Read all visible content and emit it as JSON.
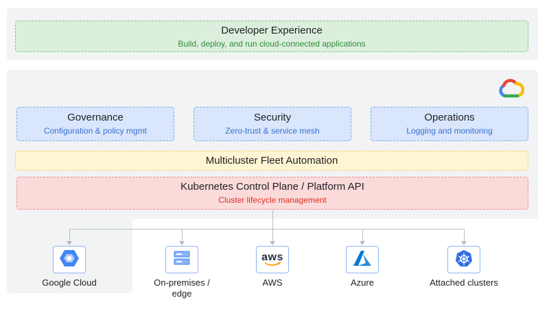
{
  "developer": {
    "title": "Developer Experience",
    "subtitle": "Build, deploy, and run cloud-connected applications"
  },
  "pillars": [
    {
      "title": "Governance",
      "subtitle": "Configuration & policy mgmt"
    },
    {
      "title": "Security",
      "subtitle": "Zero-trust & service mesh"
    },
    {
      "title": "Operations",
      "subtitle": "Logging and monitoring"
    }
  ],
  "fleet": {
    "title": "Multicluster Fleet Automation"
  },
  "control_plane": {
    "title": "Kubernetes Control Plane / Platform API",
    "subtitle": "Cluster lifecycle management"
  },
  "targets": [
    {
      "label": "Google Cloud",
      "icon": "google-cloud-hexagon-icon"
    },
    {
      "label": "On-premises /",
      "label2": "edge",
      "icon": "server-icon"
    },
    {
      "label": "AWS",
      "icon": "aws-logo-icon",
      "logo_text": "aws"
    },
    {
      "label": "Azure",
      "icon": "azure-logo-icon"
    },
    {
      "label": "Attached clusters",
      "icon": "kubernetes-icon"
    }
  ],
  "colors": {
    "green_border": "#7dc67d",
    "blue_border": "#7ea8ec",
    "yellow_border": "#f2d36b",
    "red_border": "#ef8c8c",
    "red_text": "#d93025",
    "blue_text": "#3b6fd2",
    "green_text": "#2e8b3b"
  }
}
